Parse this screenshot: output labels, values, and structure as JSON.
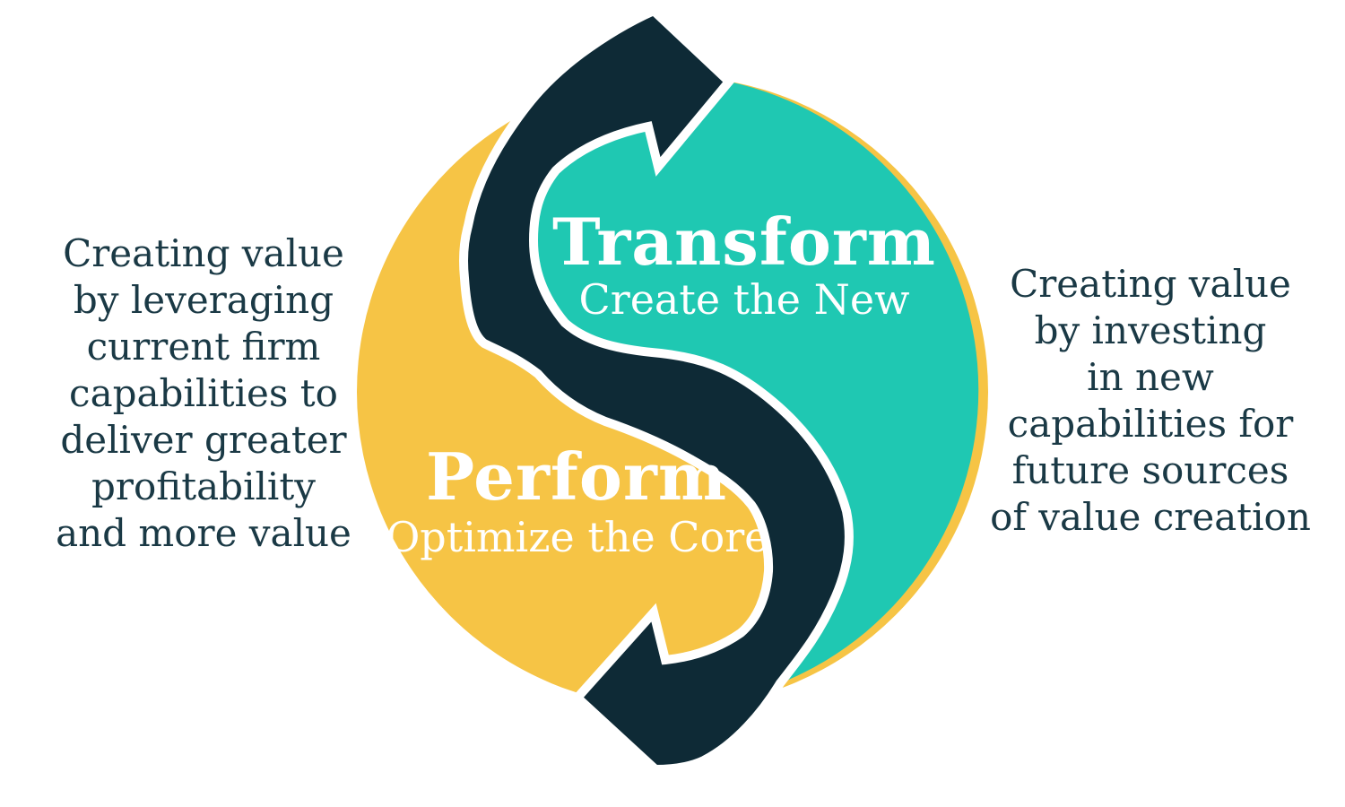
{
  "colors": {
    "teal": "#1FC8B2",
    "yellow": "#F6C445",
    "navy": "#0E2A36",
    "caption_text": "#1A3945",
    "white": "#FFFFFF"
  },
  "segments": {
    "transform": {
      "title": "Transform",
      "subtitle": "Create the New"
    },
    "perform": {
      "title": "Perform",
      "subtitle": "Optimize the Core"
    }
  },
  "captions": {
    "left": {
      "lines": [
        "Creating value",
        "by leveraging",
        "current firm",
        "capabilities to",
        "deliver greater",
        "profitability",
        "and more value"
      ]
    },
    "right": {
      "lines": [
        "Creating value",
        "by investing",
        "in new",
        "capabilities for",
        "future sources",
        "of value creation"
      ]
    }
  },
  "icons": {
    "cycle_arrow": "s-shaped double-headed cycle arrow"
  }
}
